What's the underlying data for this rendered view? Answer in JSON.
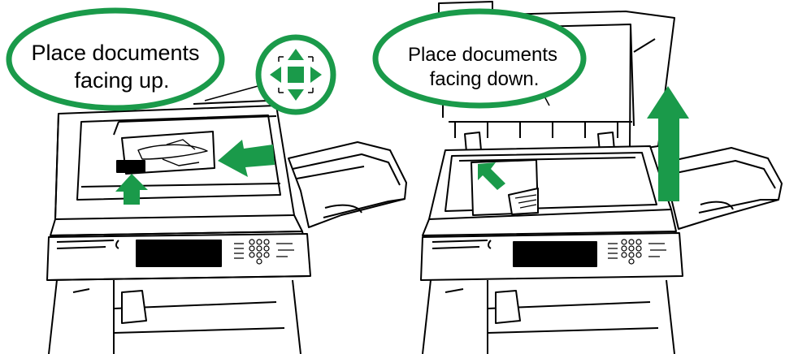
{
  "left_callout": {
    "line1": "Place documents",
    "line2": "facing up."
  },
  "right_callout": {
    "line1": "Place documents",
    "line2": "facing down."
  },
  "colors": {
    "accent": "#1a9a4a",
    "line": "#000000",
    "background": "#ffffff"
  },
  "icons": {
    "left_panel_badge": "document-orientation-icon",
    "left_feed_arrow": "arrow-left-icon",
    "left_up_arrow": "arrow-up-icon",
    "right_lift_arrow": "arrow-up-icon",
    "right_corner_arrow": "arrow-up-left-icon"
  }
}
